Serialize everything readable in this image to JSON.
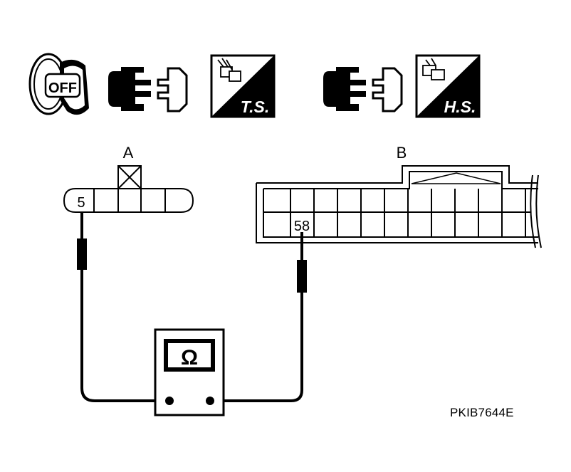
{
  "symbols": {
    "ignition_key_text": "OFF",
    "test_symbol_1_text": "T.S.",
    "test_symbol_2_text": "H.S."
  },
  "connectors": {
    "a_label": "A",
    "b_label": "B",
    "a_terminal": "5",
    "b_terminal": "58"
  },
  "meter": {
    "symbol": "Ω"
  },
  "reference_code": "PKIB7644E"
}
